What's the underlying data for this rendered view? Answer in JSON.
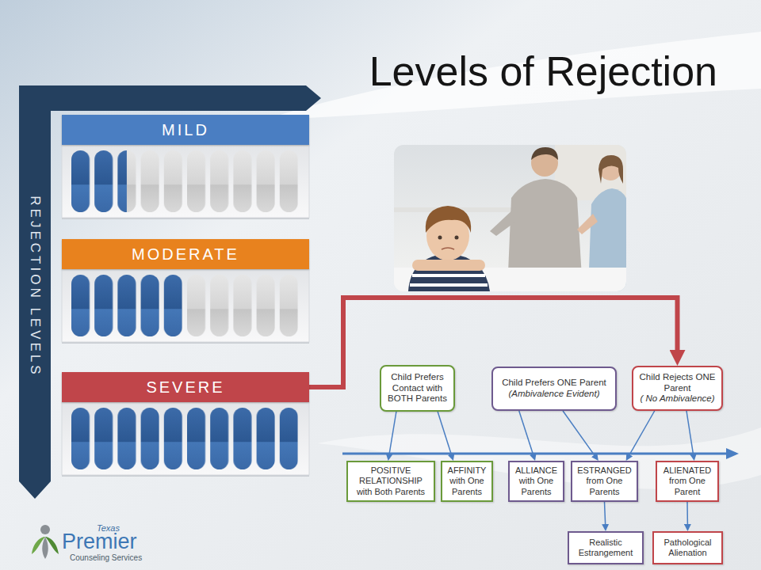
{
  "diagram": {
    "title": "Levels of Rejection",
    "nodes": [
      {
        "text": [
          "REJECTION LEVELS"
        ]
      },
      {
        "text": [
          "MILD"
        ],
        "in": 0
      },
      {
        "text": [
          "MODERATE"
        ],
        "in": 0
      },
      {
        "text": [
          "SEVERE"
        ],
        "in": 0
      },
      {
        "text": [
          "Child Prefers Contact with BOTH Parents"
        ]
      },
      {
        "text": [
          "Child Prefers ONE Parent",
          "(Ambivalence Evident)"
        ]
      },
      {
        "text": [
          "Child Rejects ONE Parent",
          "( No Ambivalence)"
        ]
      },
      {
        "text": [
          "POSITIVE RELATIONSHIP with Both Parents"
        ]
      },
      {
        "text": [
          "AFFINITY with One Parents"
        ]
      },
      {
        "text": [
          "ALLIANCE with One Parents"
        ]
      },
      {
        "text": [
          "ESTRANGED from One Parents"
        ]
      },
      {
        "text": [
          "ALIENATED from One Parent"
        ]
      },
      {
        "text": [
          "Realistic Estrangement"
        ]
      },
      {
        "text": [
          "Pathological Alienation"
        ]
      }
    ],
    "edges": [
      {
        "from": 3,
        "to": 6,
        "arrow": "to"
      },
      {
        "from": 4,
        "to": 7,
        "arrow": "to"
      },
      {
        "from": 4,
        "to": 8,
        "arrow": "to"
      },
      {
        "from": 5,
        "to": 9,
        "arrow": "to"
      },
      {
        "from": 5,
        "to": 10,
        "arrow": "to"
      },
      {
        "from": 6,
        "to": 10,
        "arrow": "to"
      },
      {
        "from": 6,
        "to": 11,
        "arrow": "to"
      },
      {
        "from": 10,
        "to": 12,
        "arrow": "to"
      },
      {
        "from": 11,
        "to": 13,
        "arrow": "to"
      }
    ],
    "labels": [
      "Texas",
      "Premier",
      "Counseling Services"
    ]
  }
}
